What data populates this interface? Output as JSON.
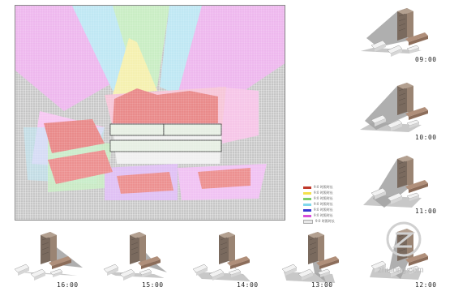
{
  "legend": {
    "items": [
      {
        "label": "9:0 时照时长",
        "color": "#c0392b"
      },
      {
        "label": "9:0 时照时长",
        "color": "#f4e04d"
      },
      {
        "label": "9:0 时照时长",
        "color": "#7ccd6a"
      },
      {
        "label": "9:0 时照时长",
        "color": "#7fd8ec"
      },
      {
        "label": "9:0 时照时长",
        "color": "#3a3ad0"
      },
      {
        "label": "9:0 时照时长",
        "color": "#d84fd8"
      },
      {
        "label": "9:0 时照时长",
        "color": "#e8e8e8"
      }
    ]
  },
  "shadow_studies": [
    {
      "time": "09:00"
    },
    {
      "time": "10:00"
    },
    {
      "time": "11:00"
    },
    {
      "time": "12:00"
    },
    {
      "time": "13:00"
    },
    {
      "time": "14:00"
    },
    {
      "time": "15:00"
    },
    {
      "time": "16:00"
    }
  ],
  "watermark": {
    "text": "zhulong.com"
  }
}
